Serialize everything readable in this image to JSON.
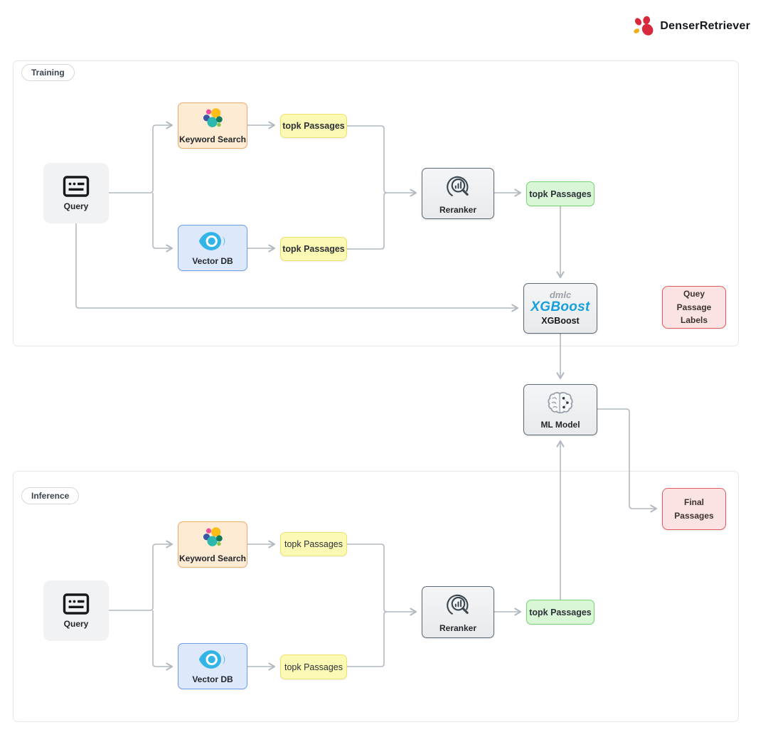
{
  "brand": {
    "name": "DenserRetriever",
    "logo_colors": {
      "red": "#d8283c",
      "yellow": "#f0ac15",
      "text": "#15181b"
    }
  },
  "sections": {
    "training": {
      "label": "Training"
    },
    "inference": {
      "label": "Inference"
    }
  },
  "nodes": {
    "query": {
      "label": "Query"
    },
    "keyword_search": {
      "label": "Keyword Search"
    },
    "vector_db": {
      "label": "Vector DB"
    },
    "topk_passages": {
      "label": "topk Passages"
    },
    "reranker": {
      "label": "Reranker"
    },
    "xgboost": {
      "vendor": "dmlc",
      "wordmark": "XGBoost",
      "label": "XGBoost"
    },
    "ml_model": {
      "label": "ML Model"
    },
    "query_passage_labels": {
      "line1": "Quey",
      "line2": "Passage",
      "line3": "Labels"
    },
    "final_passages": {
      "line1": "Final",
      "line2": "Passages"
    }
  },
  "colors": {
    "connector": "#b2b9c0",
    "container_border": "#e4e7ea",
    "query_bg": "#f1f2f4",
    "keyword_bg": "#fdebd4",
    "keyword_border": "#e9ad6e",
    "vector_bg": "#dde9fb",
    "vector_border": "#6d9eea",
    "topk_yellow_bg": "#fcf9b4",
    "topk_yellow_border": "#e9e271",
    "topk_green_bg": "#d9f6d7",
    "topk_green_border": "#74d474",
    "tool_box_bg": "#eef0f1",
    "tool_box_border": "#5d6974",
    "pink_bg": "#fbe3e3",
    "pink_border": "#e25c5c",
    "xgboost_blue": "#169fdd",
    "elastic": [
      "#ee4c9c",
      "#fdbd17",
      "#3a56a5",
      "#2cb7ae",
      "#147a5c",
      "#84c442"
    ],
    "milvus_blue": "#33b4e6"
  }
}
